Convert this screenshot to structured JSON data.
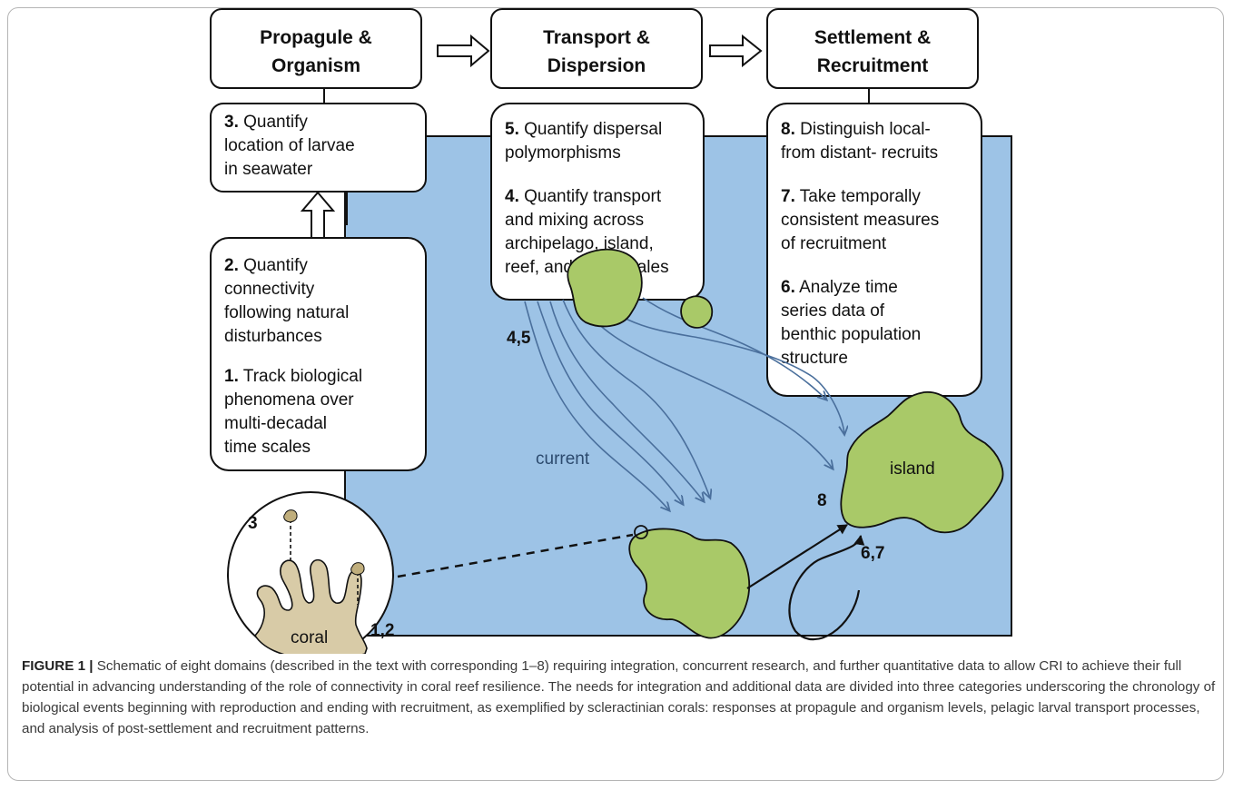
{
  "headers": [
    {
      "line1": "Propagule &",
      "line2": "Organism"
    },
    {
      "line1": "Transport &",
      "line2": "Dispersion"
    },
    {
      "line1": "Settlement &",
      "line2": "Recruitment"
    }
  ],
  "boxes": {
    "b3": {
      "num": "3.",
      "lines": [
        "Quantify",
        "location of larvae",
        "in seawater"
      ]
    },
    "b2": {
      "num": "2.",
      "lines": [
        "Quantify",
        "connectivity",
        "following natural",
        "disturbances"
      ]
    },
    "b1": {
      "num": "1.",
      "lines": [
        "Track biological",
        "phenomena over",
        "multi-decadal",
        "time scales"
      ]
    },
    "b5": {
      "num": "5.",
      "lines": [
        "Quantify dispersal",
        "polymorphisms"
      ]
    },
    "b4": {
      "num": "4.",
      "lines": [
        "Quantify transport",
        "and mixing across",
        "archipelago, island,",
        "reef, and coral scales"
      ]
    },
    "b8": {
      "num": "8.",
      "lines": [
        "Distinguish local-",
        "from distant- recruits"
      ]
    },
    "b7": {
      "num": "7.",
      "lines": [
        "Take temporally",
        "consistent measures",
        "of recruitment"
      ]
    },
    "b6": {
      "num": "6.",
      "lines": [
        "Analyze time",
        "series data of",
        "benthic population",
        "structure"
      ]
    }
  },
  "labels": {
    "current": "current",
    "island": "island",
    "coral": "coral",
    "n45": "4,5",
    "n8": "8",
    "n67": "6,7",
    "n12": "1,2",
    "n3": "3"
  },
  "caption": {
    "label": "FIGURE 1 |",
    "text": "Schematic of eight domains (described in the text with corresponding 1–8) requiring integration, concurrent research, and further quantitative data to allow CRI to achieve their full potential in advancing understanding of the role of connectivity in coral reef resilience. The needs for integration and additional data are divided into three categories underscoring the chronology of biological events beginning with reproduction and ending with recruitment, as exemplified by scleractinian corals: responses at propagule and organism levels, pelagic larval transport processes, and analysis of post-settlement and recruitment patterns."
  },
  "colors": {
    "sea": "#9dc3e6",
    "island": "#a9c968",
    "coral": "#d8cba7",
    "current": "#4a6f9c"
  }
}
